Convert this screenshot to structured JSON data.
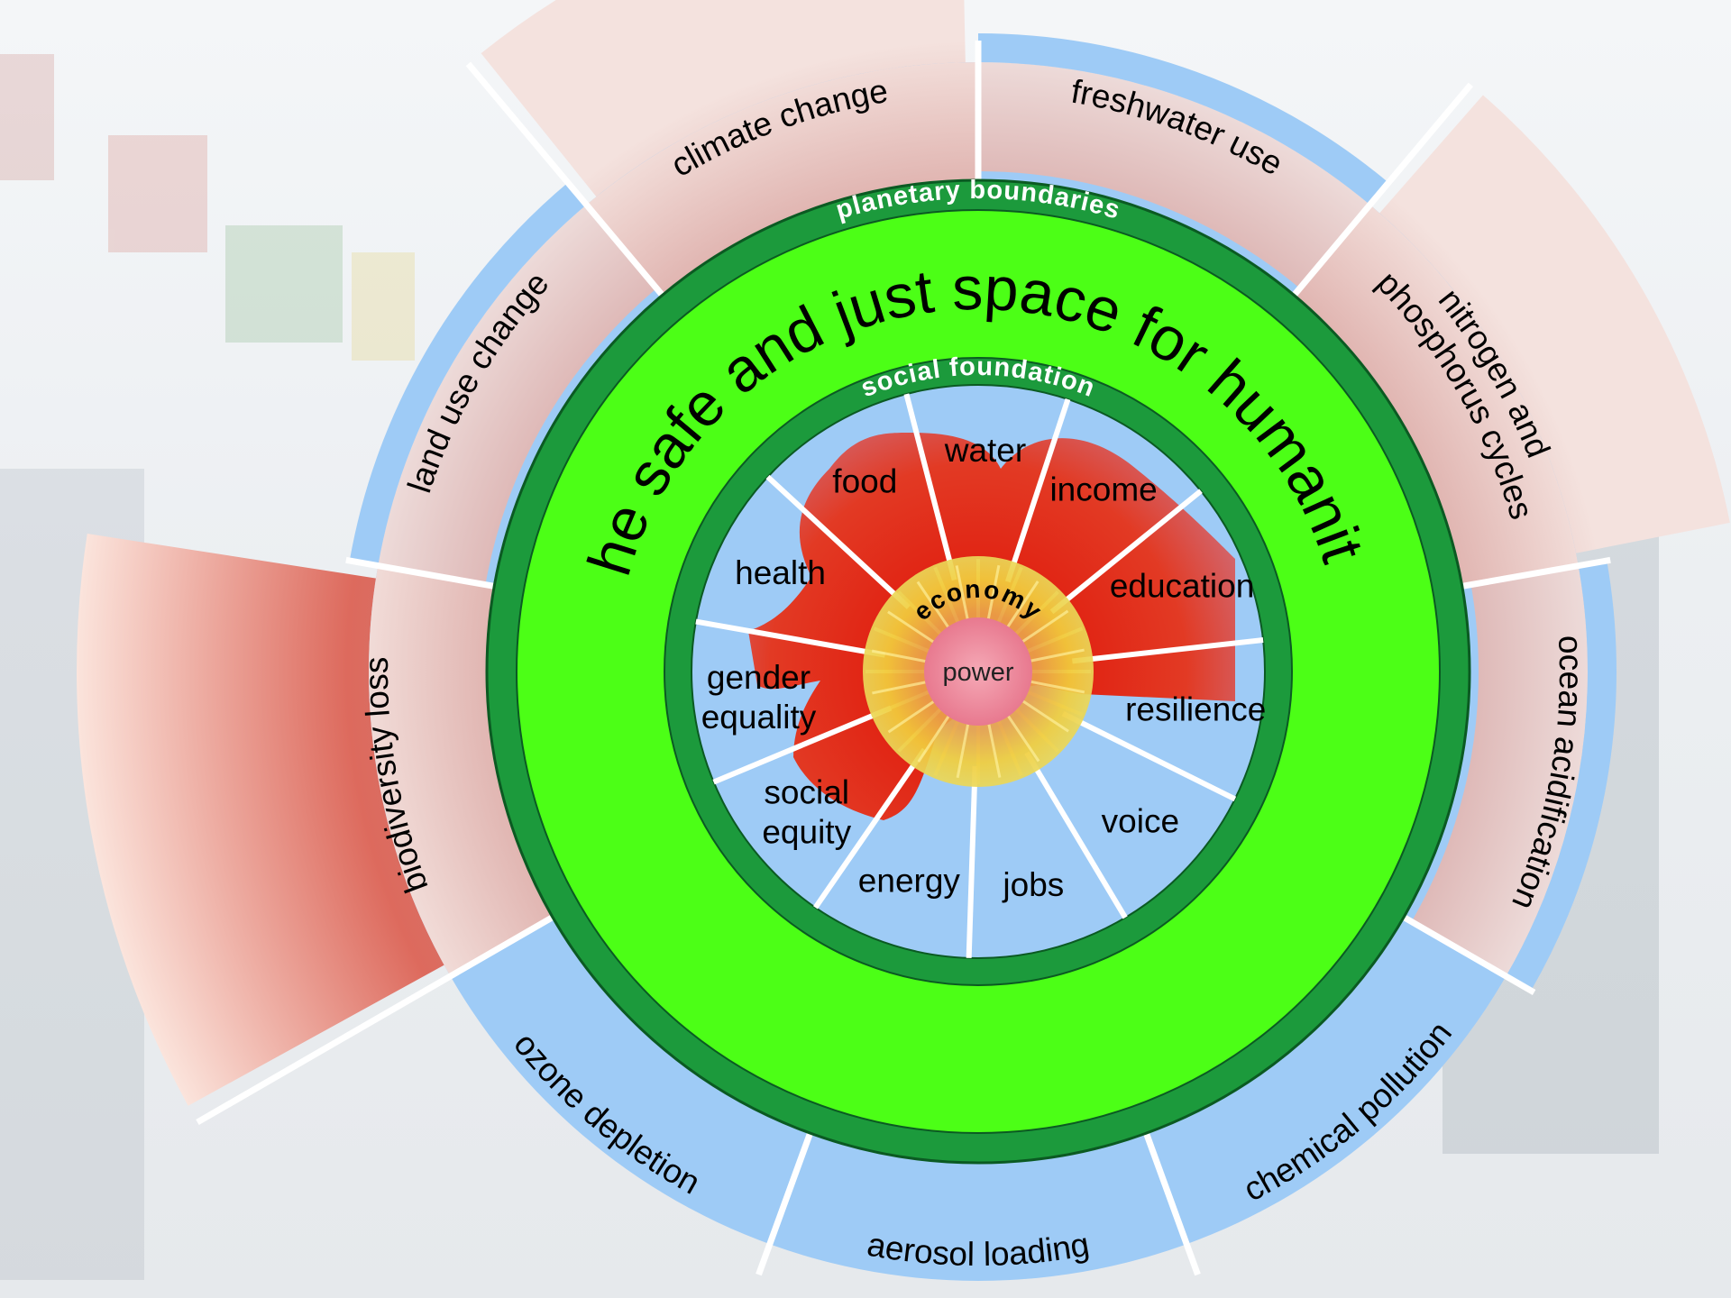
{
  "diagram": {
    "outer_ring_label": "planetary boundaries",
    "inner_ring_label": "social foundation",
    "center_band_label": "the safe and just space for humanity",
    "economy_label": "economy",
    "power_label": "power",
    "planetary_boundaries": [
      {
        "label": "climate change",
        "overshoot": true
      },
      {
        "label": "freshwater use",
        "overshoot": false
      },
      {
        "label": "nitrogen and phosphorus cycles",
        "line1": "nitrogen and",
        "line2": "phosphorus cycles",
        "overshoot": true
      },
      {
        "label": "ocean acidification",
        "overshoot": false
      },
      {
        "label": "chemical pollution",
        "overshoot": false
      },
      {
        "label": "aerosol loading",
        "overshoot": false
      },
      {
        "label": "ozone depletion",
        "overshoot": false
      },
      {
        "label": "biodiversity loss",
        "overshoot": true
      },
      {
        "label": "land use change",
        "overshoot": false
      }
    ],
    "social_foundation": [
      {
        "label": "water"
      },
      {
        "label": "income"
      },
      {
        "label": "education"
      },
      {
        "label": "resilience"
      },
      {
        "label": "voice"
      },
      {
        "label": "jobs"
      },
      {
        "label": "energy"
      },
      {
        "label": "social equity",
        "line1": "social",
        "line2": "equity"
      },
      {
        "label": "gender equality",
        "line1": "gender",
        "line2": "equality"
      },
      {
        "label": "health"
      },
      {
        "label": "food"
      }
    ],
    "colors": {
      "light_blue": "#9ecbf6",
      "dark_green": "#1c9a3c",
      "bright_green": "#4cff16",
      "overshoot_red": "#d9372a",
      "economy_yellow": "#f2d43a",
      "power_pink": "#ec7c94"
    }
  }
}
